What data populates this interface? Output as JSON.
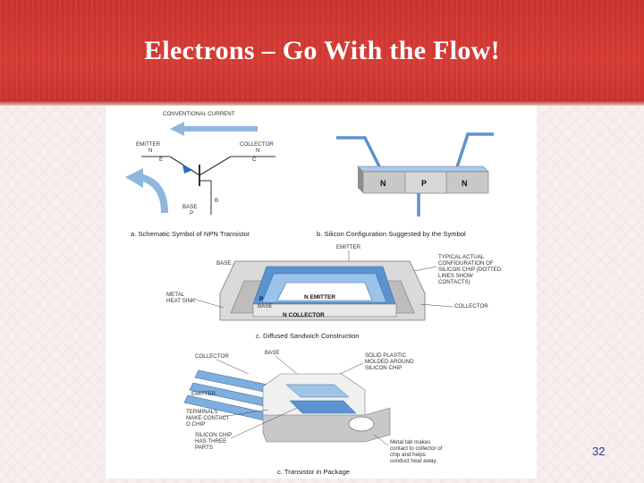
{
  "slide": {
    "title": "Electrons – Go With the Flow!",
    "number": "32"
  },
  "figure": {
    "panel_a": {
      "conventional_current": "CONVENTIONAL CURRENT",
      "emitter": "EMITTER",
      "emitter_type": "N",
      "emitter_letter": "E",
      "collector": "COLLECTOR",
      "collector_type": "N",
      "collector_letter": "C",
      "base_letter": "B",
      "base": "BASE",
      "base_type": "P",
      "caption": "a. Schematic Symbol of NPN Transistor"
    },
    "panel_b": {
      "layer_1": "N",
      "layer_2": "P",
      "layer_3": "N",
      "caption": "b. Silicon Configuration Suggested by the Symbol"
    },
    "panel_c": {
      "emitter": "EMITTER",
      "base": "BASE",
      "typical_line1": "TYPICAL ACTUAL",
      "typical_line2": "CONFIGURATION OF",
      "typical_line3": "SILICON CHIP (DOTTED",
      "typical_line4": "LINES SHOW",
      "typical_line5": "CONTACTS)",
      "metal_line1": "METAL",
      "metal_line2": "HEAT SINK",
      "p_label": "P",
      "p_base": "BASE",
      "n_emitter": "N  EMITTER",
      "n_collector": "N  COLLECTOR",
      "collector": "COLLECTOR",
      "caption": "c. Diffused Sandwich Construction"
    },
    "panel_d": {
      "base": "BASE",
      "collector": "COLLECTOR",
      "solid_line1": "SOLID PLASTIC",
      "solid_line2": "MOLDED AROUND",
      "solid_line3": "SILICON CHIP",
      "emitter": "EMITTER",
      "terminals_line1": "TERMINALS",
      "terminals_line2": "MAKE CONTACT",
      "terminals_line3": "O CHIP",
      "silicon_line1": "SILICON CHIP",
      "silicon_line2": "HAS THREE",
      "silicon_line3": "PARTS",
      "tab_line1": "Metal tab makes",
      "tab_line2": "contact to collector of",
      "tab_line3": "chip and helps",
      "tab_line4": "conduct heat away.",
      "caption": "c. Transistor in Package"
    }
  },
  "colors": {
    "title_bar": "#cf352f",
    "arrow_blue": "#8fb7de",
    "chip_blue": "#5b93cf",
    "light_blue": "#c9dff2",
    "metal_gray": "#c8c8c8"
  }
}
